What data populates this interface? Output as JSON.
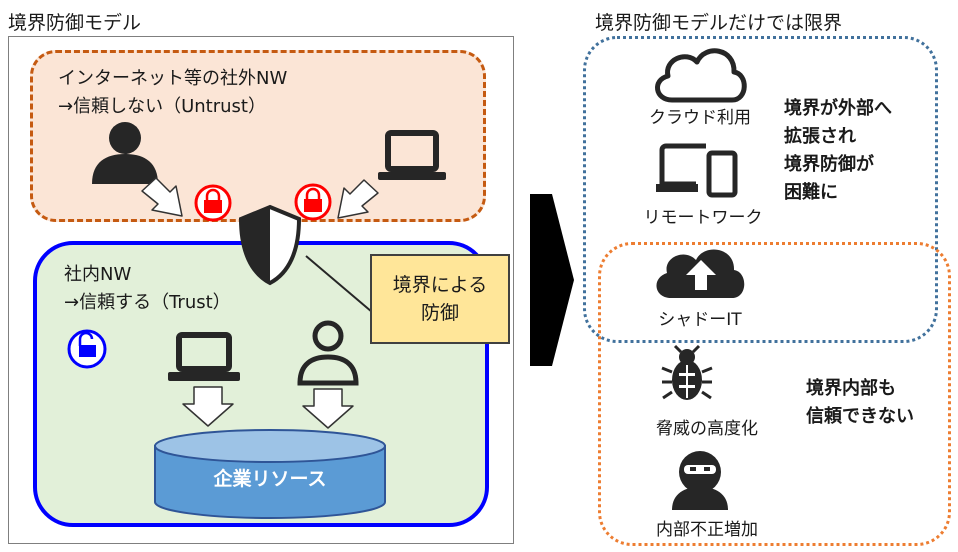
{
  "left": {
    "title": "境界防御モデル",
    "untrust": {
      "line1": "インターネット等の社外NW",
      "line2": "→信頼しない（Untrust）"
    },
    "trust": {
      "line1": "社内NW",
      "line2": "→信頼する（Trust）"
    },
    "callout": {
      "line1": "境界による",
      "line2": "防御"
    },
    "resource": "企業リソース"
  },
  "right": {
    "title": "境界防御モデルだけでは限界",
    "items": [
      {
        "label": "クラウド利用",
        "icon": "cloud-icon"
      },
      {
        "label": "リモートワーク",
        "icon": "devices-icon"
      },
      {
        "label": "シャドーIT",
        "icon": "cloud-upload-icon"
      },
      {
        "label": "脅威の高度化",
        "icon": "bug-icon"
      },
      {
        "label": "内部不正増加",
        "icon": "ninja-icon"
      }
    ],
    "note_boundary": [
      "境界が外部へ",
      "拡張され",
      "境界防御が",
      "困難に"
    ],
    "note_trust": [
      "境界内部も",
      "信頼できない"
    ]
  },
  "colors": {
    "untrust_fill": "#fbe5d6",
    "untrust_border": "#c55a11",
    "trust_fill": "#e2f0d9",
    "trust_border": "#0000ff",
    "callout_fill": "#ffe699",
    "resource_fill": "#5b9bd5",
    "cloud_border": "#41719c",
    "threat_border": "#ed7d31",
    "lock": "#ff0000",
    "icon": "#262626"
  }
}
